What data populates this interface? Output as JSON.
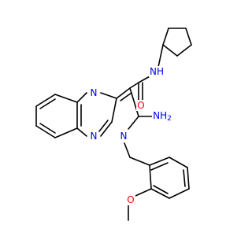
{
  "molecule": {
    "atoms": {
      "nitrogen_amide": {
        "text": "NH",
        "color": "#0000ff"
      },
      "oxygen_carbonyl": {
        "text": "O",
        "color": "#ff0000"
      },
      "nitrogen_ring_top": {
        "text": "N",
        "color": "#0000ff"
      },
      "nitrogen_ring_bottom": {
        "text": "N",
        "color": "#0000ff"
      },
      "nitrogen_pyrrole": {
        "text": "N",
        "color": "#0000ff"
      },
      "nitrogen_amino": {
        "text": "NH2",
        "color": "#0000ff",
        "main": "NH",
        "sub": "2"
      },
      "oxygen_methoxy": {
        "text": "O",
        "color": "#ff0000"
      }
    }
  }
}
